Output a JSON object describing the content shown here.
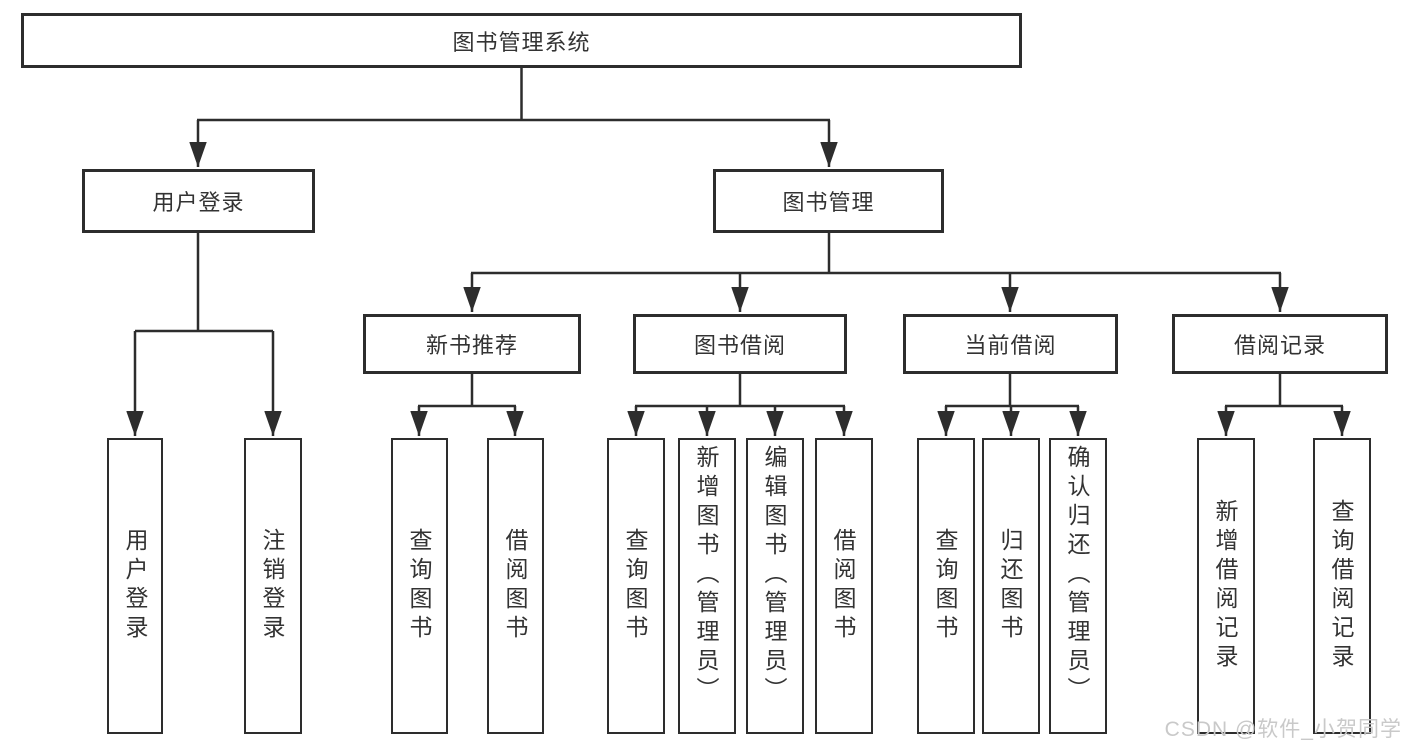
{
  "diagram": {
    "title": "图书管理系统",
    "level2": [
      {
        "label": "用户登录"
      },
      {
        "label": "图书管理"
      }
    ],
    "level3": [
      {
        "label": "新书推荐"
      },
      {
        "label": "图书借阅"
      },
      {
        "label": "当前借阅"
      },
      {
        "label": "借阅记录"
      }
    ],
    "level4": {
      "user_login_children": [
        {
          "label": "用户登录"
        },
        {
          "label": "注销登录"
        }
      ],
      "new_book_children": [
        {
          "label": "查询图书"
        },
        {
          "label": "借阅图书"
        }
      ],
      "book_borrow_children": [
        {
          "label": "查询图书"
        },
        {
          "label": "新增图书（管理员）"
        },
        {
          "label": "编辑图书（管理员）"
        },
        {
          "label": "借阅图书"
        }
      ],
      "current_borrow_children": [
        {
          "label": "查询图书"
        },
        {
          "label": "归还图书"
        },
        {
          "label": "确认归还（管理员）"
        }
      ],
      "borrow_record_children": [
        {
          "label": "新增借阅记录"
        },
        {
          "label": "查询借阅记录"
        }
      ]
    },
    "watermark": "CSDN @软件_小贺同学",
    "colors": {
      "line": "#2d2d2d",
      "text": "#333333",
      "watermark": "#c9c9c9"
    }
  }
}
